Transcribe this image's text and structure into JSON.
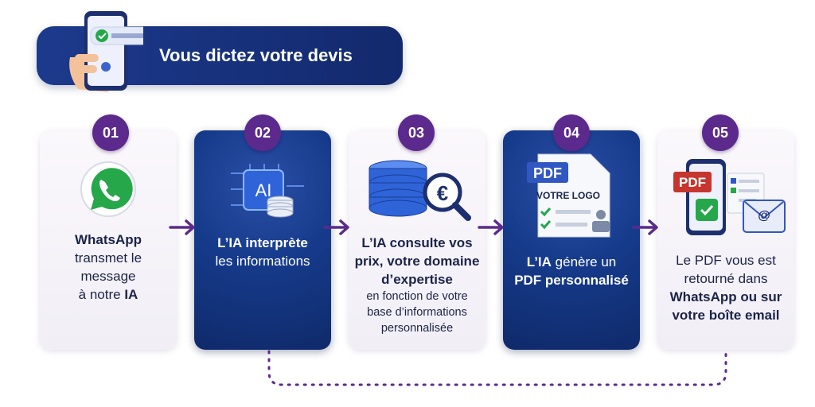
{
  "banner": {
    "title": "Vous dictez votre devis"
  },
  "steps": [
    {
      "number": "01",
      "lines": [
        {
          "b": "WhatsApp",
          "n": ""
        },
        {
          "b": "",
          "n": "transmet le"
        },
        {
          "b": "",
          "n": "message"
        },
        {
          "b": "IA",
          "n": "à notre "
        }
      ]
    },
    {
      "number": "02",
      "icon_label": "AI",
      "lines": [
        {
          "b": "L’IA interprète",
          "n": ""
        },
        {
          "b": "",
          "n": "les informations"
        }
      ]
    },
    {
      "number": "03",
      "lines": [
        {
          "b": "L’IA consulte vos",
          "n": ""
        },
        {
          "b": "prix, votre domaine",
          "n": ""
        },
        {
          "b": "d’expertise",
          "n": ""
        }
      ],
      "sub": [
        "en fonction de votre",
        "base d’informations",
        "personnalisée"
      ]
    },
    {
      "number": "04",
      "pdf_label": "PDF",
      "logo_label": "VOTRE LOGO",
      "lines": [
        {
          "b": "L’IA",
          "n": " génère un"
        },
        {
          "b": "PDF personnalisé",
          "n": ""
        }
      ]
    },
    {
      "number": "05",
      "pdf_label": "PDF",
      "lines": [
        {
          "b": "",
          "n": "Le PDF vous est"
        },
        {
          "b": "",
          "n": "retourné dans"
        },
        {
          "b": "WhatsApp ou sur",
          "n": ""
        },
        {
          "b": "votre boîte email",
          "n": ""
        }
      ]
    }
  ],
  "colors": {
    "navy": "#14307a",
    "purple": "#5b2a8c",
    "green": "#25a74a",
    "text_dark": "#1b2448"
  },
  "icons": [
    "phone-icon",
    "whatsapp-icon",
    "ai-chip-icon",
    "database-euro-icon",
    "pdf-document-icon",
    "phone-email-icon",
    "arrow-right-icon"
  ]
}
